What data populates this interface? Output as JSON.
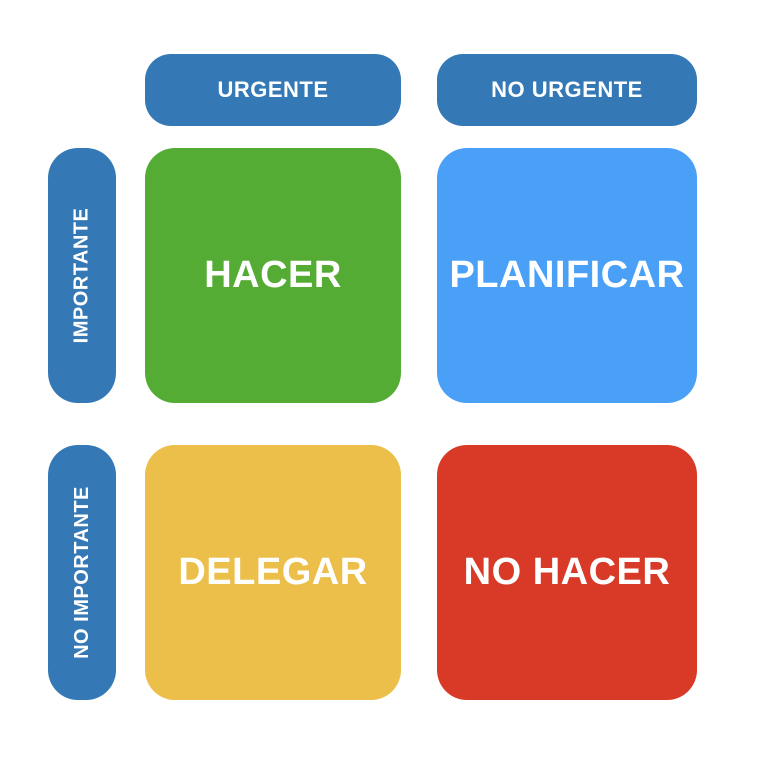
{
  "column_headers": {
    "left": "URGENTE",
    "right": "NO URGENTE"
  },
  "row_headers": {
    "top": "IMPORTANTE",
    "bottom": "NO IMPORTANTE"
  },
  "quadrants": {
    "top_left": {
      "label": "HACER",
      "color": "#55ac34",
      "row": "IMPORTANTE",
      "column": "URGENTE"
    },
    "top_right": {
      "label": "PLANIFICAR",
      "color": "#4aa0f7",
      "row": "IMPORTANTE",
      "column": "NO URGENTE"
    },
    "bottom_left": {
      "label": "DELEGAR",
      "color": "#ecbf4a",
      "row": "NO IMPORTANTE",
      "column": "URGENTE"
    },
    "bottom_right": {
      "label": "NO HACER",
      "color": "#d83a27",
      "row": "NO IMPORTANTE",
      "column": "NO URGENTE"
    }
  },
  "colors": {
    "header_pill": "#3478b5",
    "background": "#ffffff",
    "label_text": "#ffffff"
  }
}
